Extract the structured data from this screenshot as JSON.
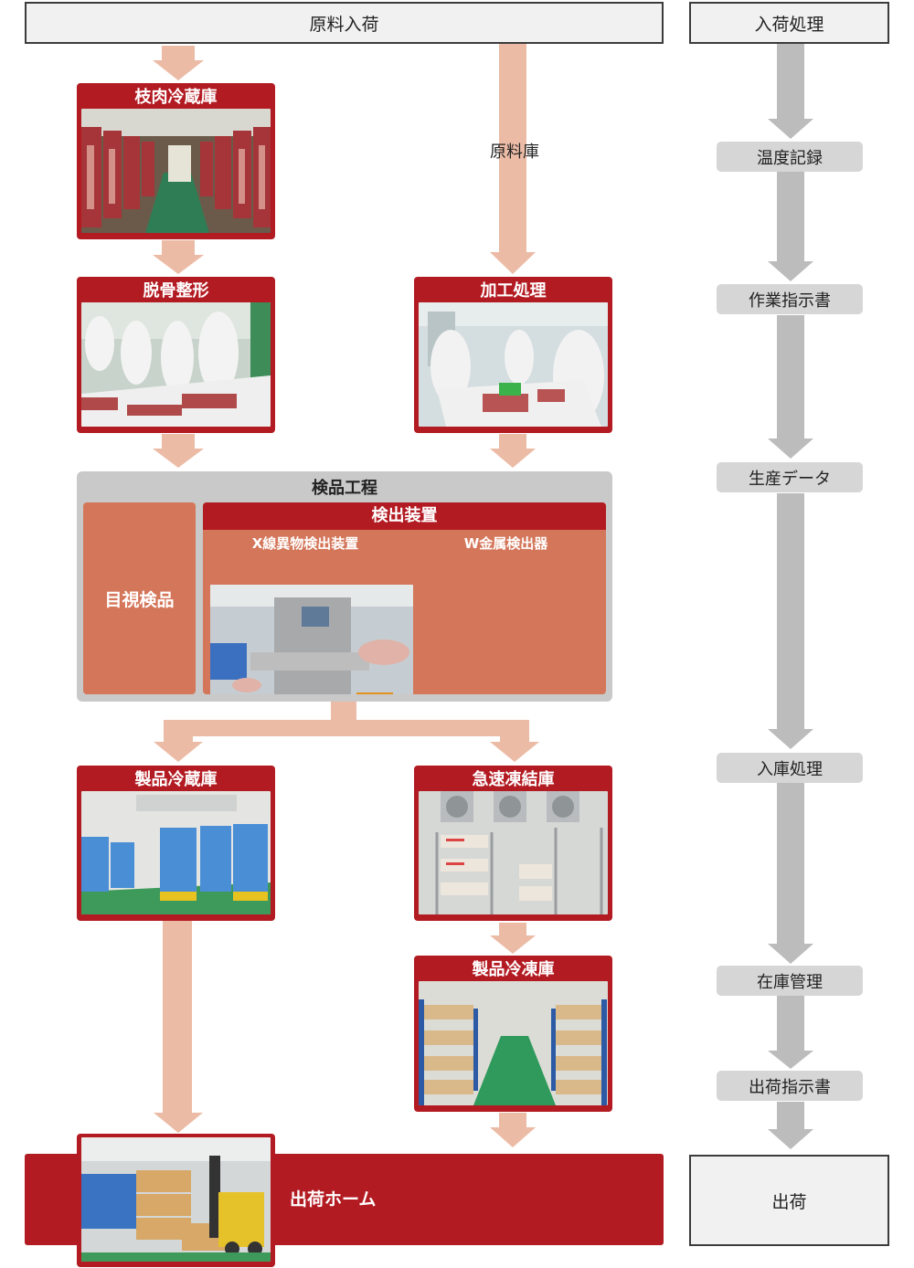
{
  "top": {
    "left_label": "原料入荷",
    "right_label": "入荷処理"
  },
  "raw_storage_label": "原料庫",
  "stations": {
    "carcass_fridge": "枝肉冷蔵庫",
    "deboning": "脱骨整形",
    "processing": "加工処理",
    "product_fridge": "製品冷蔵庫",
    "quick_freezer": "急速凍結庫",
    "product_freezer": "製品冷凍庫"
  },
  "inspection": {
    "title": "検品工程",
    "visual": "目視検品",
    "detector_title": "検出装置",
    "xray": "X線異物検出装置",
    "metal": "W金属検出器"
  },
  "shipping": {
    "home": "出荷ホーム",
    "final": "出荷"
  },
  "records": [
    "温度記録",
    "作業指示書",
    "生産データ",
    "入庫処理",
    "在庫管理",
    "出荷指示書"
  ],
  "colors": {
    "brand_red": "#b31b22",
    "inspection_orange": "#d4765a",
    "arrow_pink": "#ecbba5",
    "record_gray": "#d6d6d6"
  }
}
